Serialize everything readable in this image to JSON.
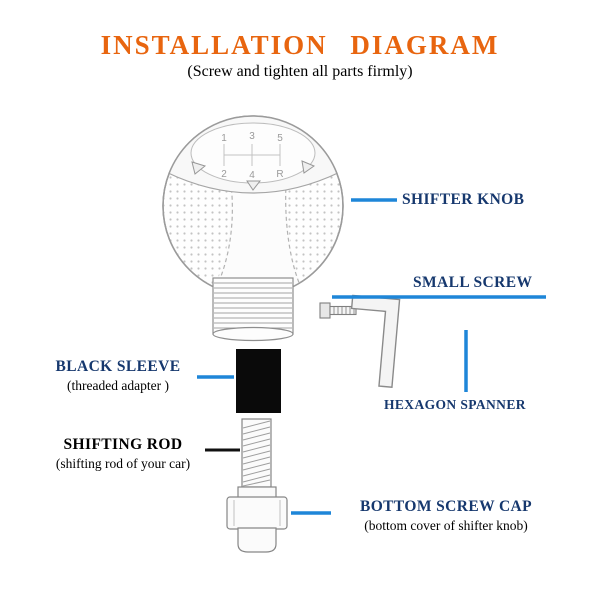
{
  "title": "INSTALLATION DIAGRAM",
  "subtitle": "(Screw and tighten all parts firmly)",
  "parts": {
    "shifter_knob": {
      "label": "SHIFTER KNOB"
    },
    "small_screw": {
      "label": "SMALL SCREW"
    },
    "hexagon_spanner": {
      "label": "HEXAGON SPANNER"
    },
    "black_sleeve": {
      "label": "BLACK SLEEVE",
      "note": "(threaded adapter )"
    },
    "shifting_rod": {
      "label": "SHIFTING ROD",
      "note": "(shifting rod of your car)"
    },
    "bottom_screw_cap": {
      "label": "BOTTOM SCREW CAP",
      "note": "(bottom cover of shifter knob)"
    }
  },
  "knob": {
    "gear_positions": [
      "1",
      "3",
      "5",
      "2",
      "4",
      "R"
    ]
  },
  "colors": {
    "title_orange": "#e8650f",
    "label_navy": "#16386e",
    "connector_blue": "#1e86d8",
    "text_black": "#000000",
    "sleeve_black": "#0a0a0a"
  }
}
